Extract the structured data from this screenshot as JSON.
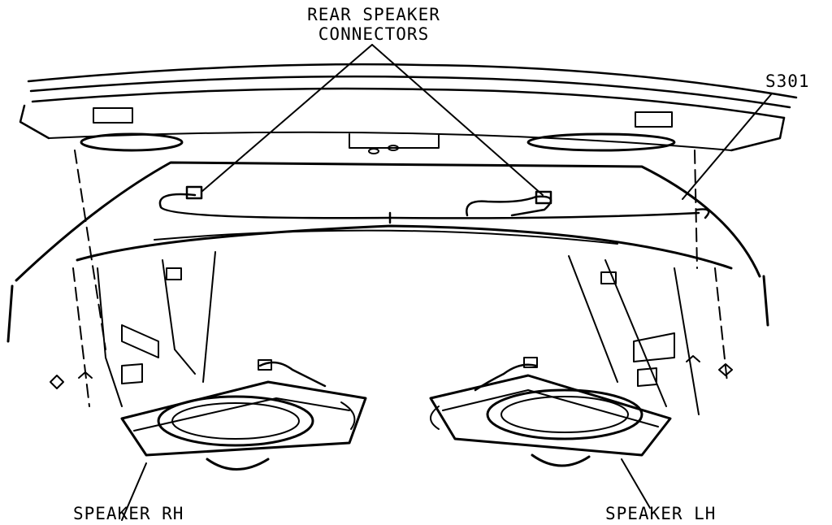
{
  "labels": {
    "rear_connectors_line1": "REAR SPEAKER",
    "rear_connectors_line2": "CONNECTORS",
    "splice": "S301",
    "speaker_rh": "SPEAKER RH",
    "speaker_lh": "SPEAKER LH"
  },
  "colors": {
    "ink": "#000000",
    "paper": "#ffffff"
  }
}
